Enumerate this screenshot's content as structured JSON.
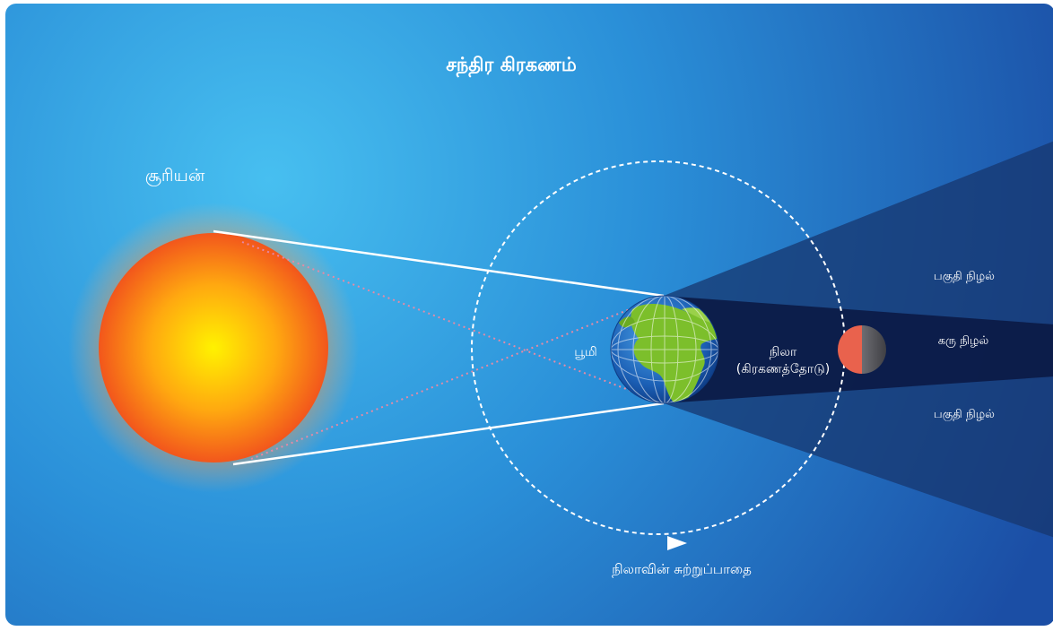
{
  "title": "சந்திர கிரகணம்",
  "labels": {
    "sun": "சூரியன்",
    "earth": "பூமி",
    "moon_line1": "நிலா",
    "moon_line2": "(கிரகணத்தோடு)",
    "penumbra_top": "பகுதி நிழல்",
    "umbra": "கரு நிழல்",
    "penumbra_bottom": "பகுதி நிழல்",
    "moon_orbit": "நிலாவின் சுற்றுப்பாதை"
  },
  "colors": {
    "background_light": "#3fb4e6",
    "background_dark": "#1d56a8",
    "sun_core": "#ffe800",
    "sun_edge": "#f25a1c",
    "umbra": "#0b1a45",
    "penumbra": "#17376f",
    "ocean": "#1b5fb5",
    "land": "#7cbf2b",
    "eclipsed_moon": "#e9624d",
    "rays": "#ffffff",
    "inner_rays": "#e58aa6"
  }
}
